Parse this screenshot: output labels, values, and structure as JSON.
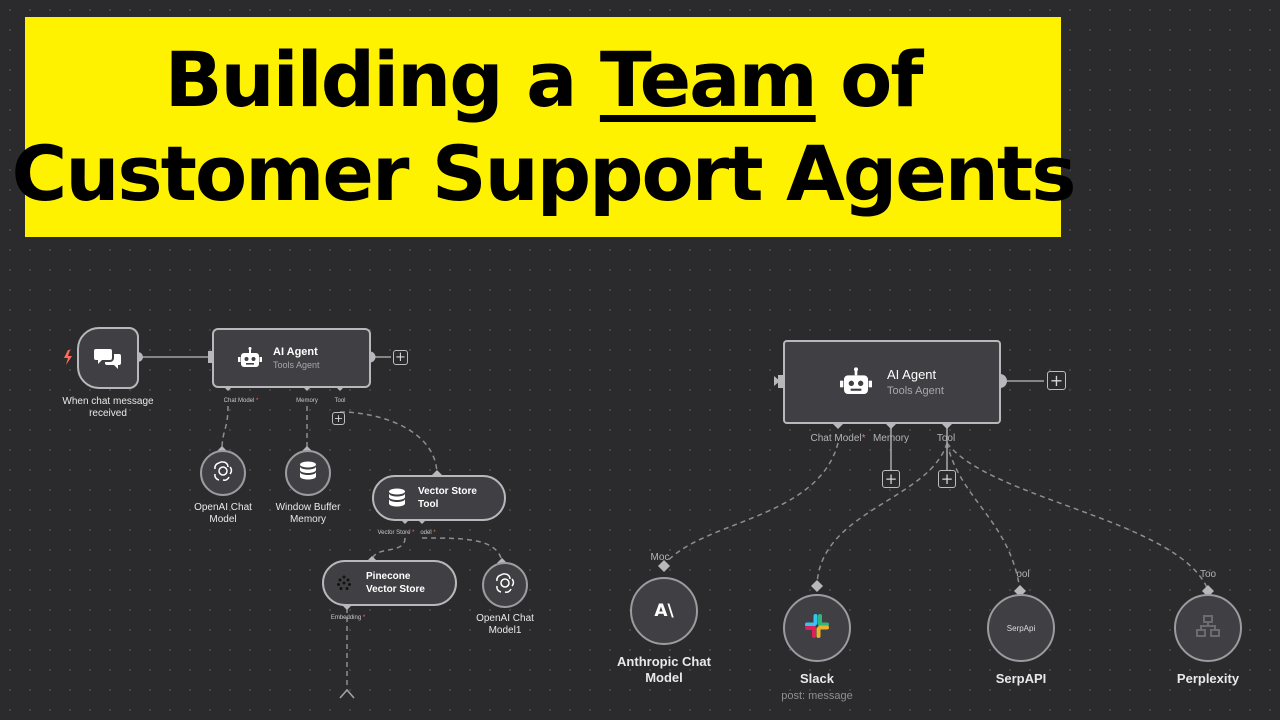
{
  "banner": {
    "title_prefix": "Building a ",
    "title_underlined": "Team",
    "title_suffix": " of",
    "title_line2": "Customer Support Agents",
    "background": "#fff200"
  },
  "left_workflow": {
    "trigger": {
      "label": "When chat message received"
    },
    "agent": {
      "title": "AI Agent",
      "subtitle": "Tools Agent",
      "ports": {
        "chat_model": "Chat Model",
        "memory": "Memory",
        "tool": "Tool"
      }
    },
    "openai_chat_model": {
      "label": "OpenAI Chat Model"
    },
    "window_buffer_memory": {
      "label": "Window Buffer Memory"
    },
    "vector_store_tool": {
      "title": "Vector Store Tool",
      "ports": {
        "vector_store": "Vector Store",
        "model": "odel"
      }
    },
    "pinecone": {
      "title": "Pinecone Vector Store",
      "ports": {
        "embedding": "Embedding"
      }
    },
    "openai_chat_model1": {
      "label": "OpenAI Chat Model1"
    }
  },
  "right_workflow": {
    "agent": {
      "title": "AI Agent",
      "subtitle": "Tools Agent",
      "ports": {
        "chat_model": "Chat Model",
        "memory": "Memory",
        "tool": "Tool"
      }
    },
    "anthropic": {
      "port": "Moc",
      "label": "Anthropic Chat Model",
      "icon_text": "A\\"
    },
    "slack": {
      "label": "Slack",
      "sub": "post: message"
    },
    "serpapi": {
      "port": "ool",
      "label": "SerpAPI",
      "icon_text": "SerpApi"
    },
    "perplexity": {
      "port": "Too",
      "label": "Perplexity"
    }
  },
  "colors": {
    "canvas": "#2b2b2d",
    "node_fill": "#404044",
    "node_border": "#b8b8bc",
    "trigger_bolt": "#ff6d5a",
    "required_mark": "#ff6d5a"
  }
}
